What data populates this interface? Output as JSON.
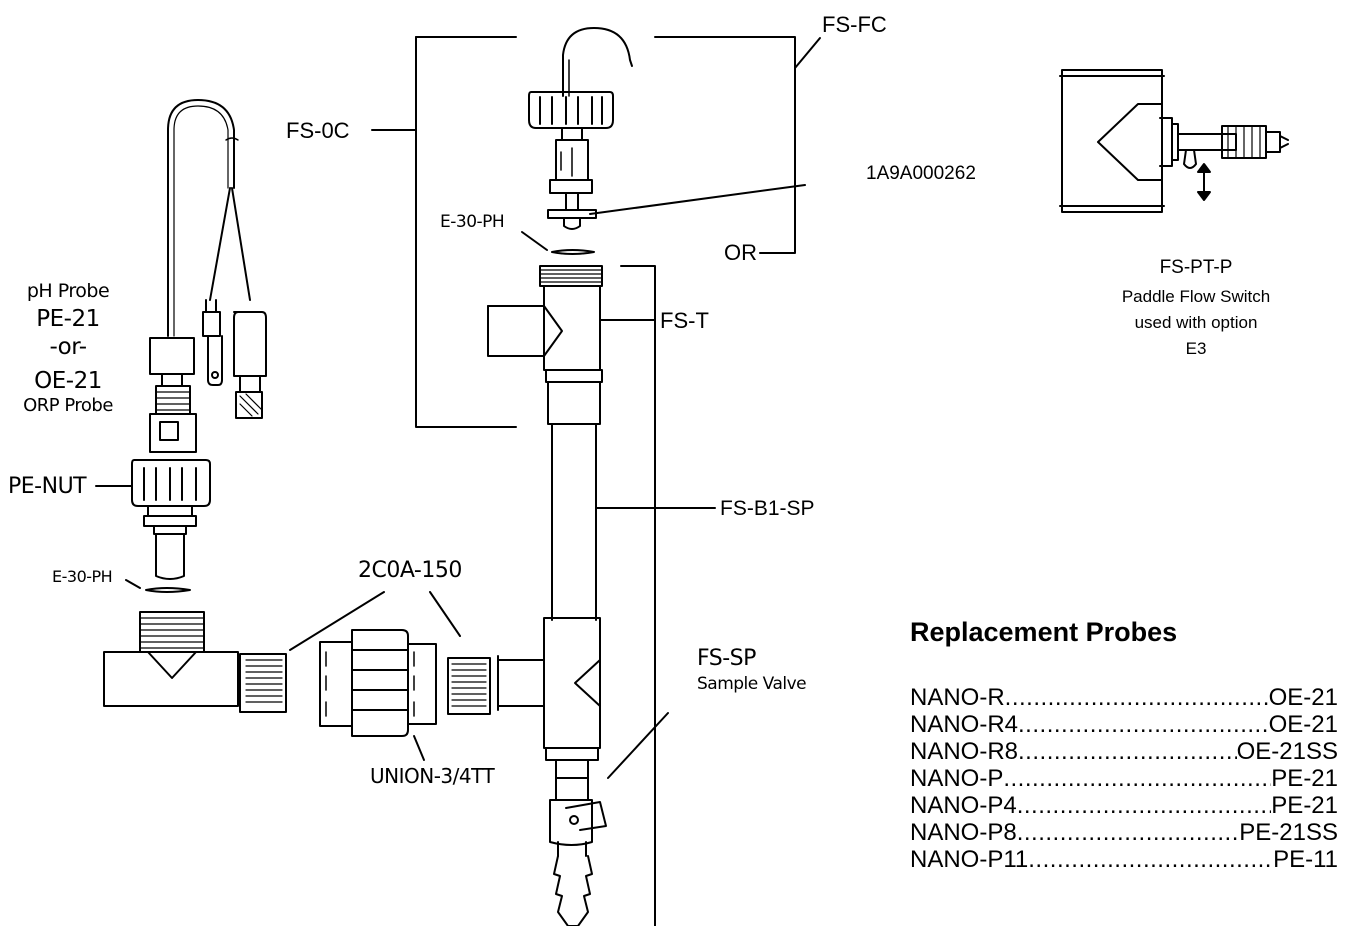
{
  "labels": {
    "fs_fc": "FS-FC",
    "fs_0c": "FS-0C",
    "part_1a9a": "1A9A000262",
    "e30ph_top": "E-30-PH",
    "or": "OR",
    "fs_t": "FS-T",
    "fs_b1_sp": "FS-B1-SP",
    "fs_sp": "FS-SP",
    "sample_valve": "Sample Valve",
    "ph_probe": "pH Probe",
    "pe21": "PE-21",
    "or_word": "-or-",
    "oe21": "OE-21",
    "orp_probe": "ORP Probe",
    "pe_nut": "PE-NUT",
    "e30ph_left": "E-30-PH",
    "part_2c0a": "2C0A-150",
    "union": "UNION-3/4TT"
  },
  "flow_switch": {
    "code": "FS-PT-P",
    "name": "Paddle Flow Switch",
    "used_with": "used with option",
    "option": "E3"
  },
  "replacement": {
    "title": "Replacement Probes",
    "rows": [
      {
        "model": "NANO-R",
        "probe": "OE-21"
      },
      {
        "model": "NANO-R4",
        "probe": "OE-21"
      },
      {
        "model": "NANO-R8",
        "probe": "OE-21SS"
      },
      {
        "model": "NANO-P",
        "probe": "PE-21"
      },
      {
        "model": "NANO-P4",
        "probe": "PE-21"
      },
      {
        "model": "NANO-P8",
        "probe": "PE-21SS"
      },
      {
        "model": "NANO-P11",
        "probe": "PE-11"
      }
    ]
  }
}
